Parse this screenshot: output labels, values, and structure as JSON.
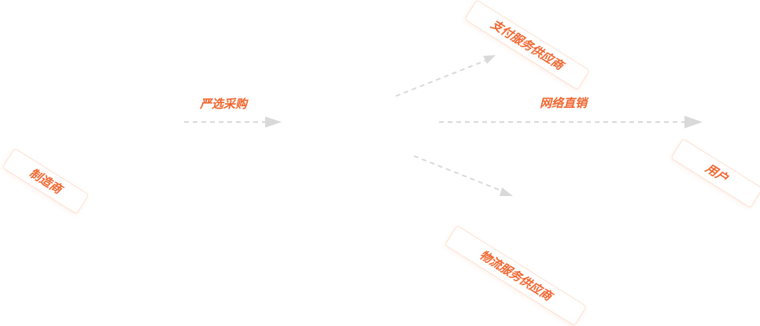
{
  "nodes": {
    "manufacturer": "制造商",
    "payment_supplier": "支付服务供应商",
    "user": "用户",
    "logistics_supplier": "物流服务供应商"
  },
  "edges": {
    "select_purchase": "严选采购",
    "network_direct_sales": "网络直销"
  },
  "colors": {
    "accent": "#f0662f",
    "node_border": "#fde0cf",
    "arrow": "#d9d9d9"
  }
}
